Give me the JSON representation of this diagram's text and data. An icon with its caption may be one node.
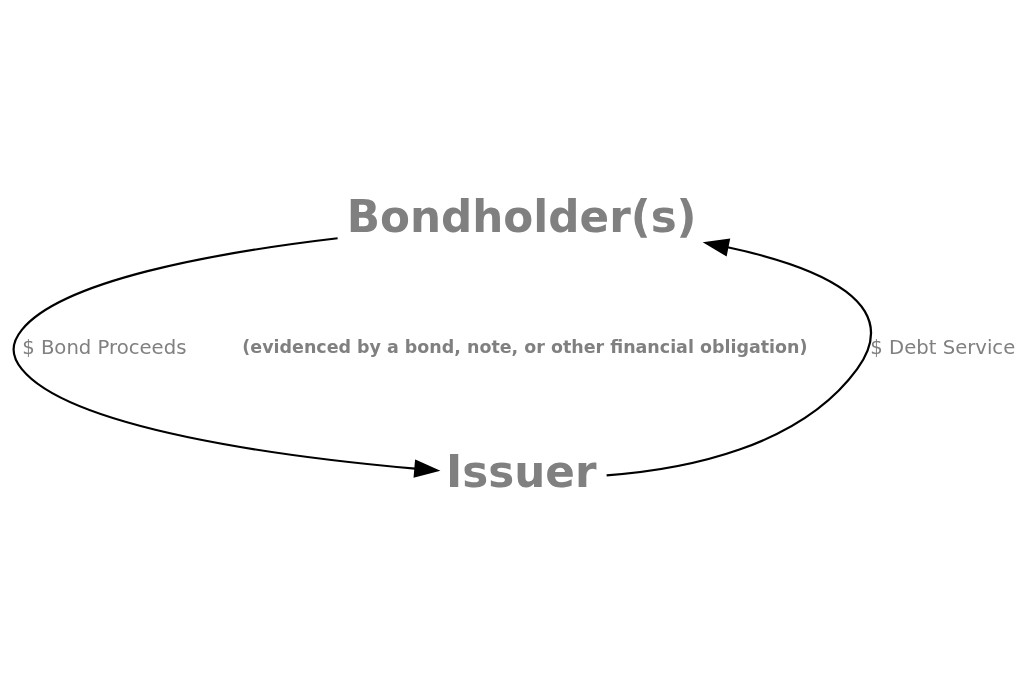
{
  "diagram": {
    "nodes": [
      {
        "text": [
          "Bondholder(s)"
        ]
      },
      {
        "text": [
          "Issuer"
        ]
      }
    ],
    "edges": [
      {
        "from": 0,
        "to": 1,
        "arrow": "to",
        "label": "$ Bond Proceeds"
      },
      {
        "from": 1,
        "to": 0,
        "arrow": "to",
        "label": "$ Debt Service"
      }
    ],
    "labels": [
      "(evidenced by a bond, note, or other financial obligation)"
    ]
  }
}
